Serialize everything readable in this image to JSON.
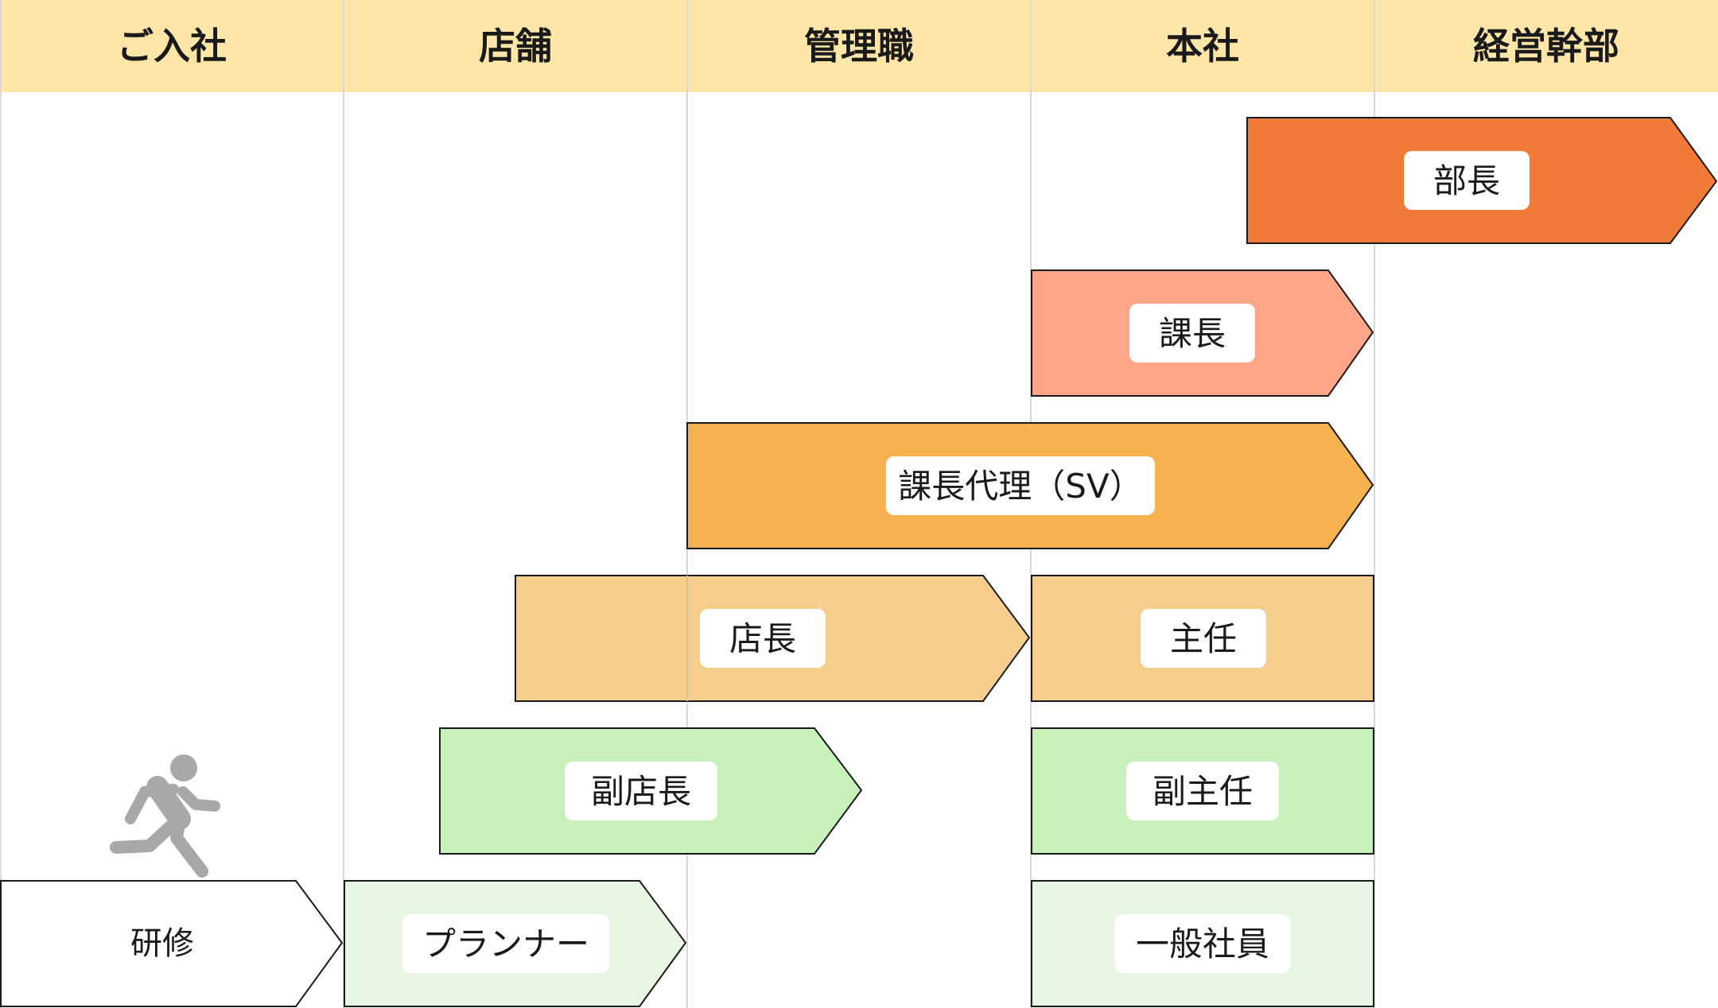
{
  "columns": [
    "ご入社",
    "店舗",
    "管理職",
    "本社",
    "経営幹部"
  ],
  "colors": {
    "header_bg": "#fee6a8",
    "grid_line": "#d9d9d9",
    "bucho": "#f07a38",
    "kacho": "#ffa588",
    "kacho_dairi": "#f5b24e",
    "tencho": "#f7cd8d",
    "shunin": "#f7cd8d",
    "fuku_tencho": "#c7f0bb",
    "fuku_shunin": "#c7f0bb",
    "planner": "#e8f7e3",
    "ippan_shain": "#e8f7e3",
    "kenshu": "#ffffff",
    "outline": "#1a1a1a",
    "label_box": "#ffffff",
    "runner": "#a8a8a6"
  },
  "roles": {
    "bucho": "部長",
    "kacho": "課長",
    "kacho_dairi": "課長代理（SV）",
    "tencho": "店長",
    "shunin": "主任",
    "fuku_tencho": "副店長",
    "fuku_shunin": "副主任",
    "planner": "プランナー",
    "ippan_shain": "一般社員",
    "kenshu": "研修"
  },
  "icons": {
    "runner": "running-person-icon"
  }
}
